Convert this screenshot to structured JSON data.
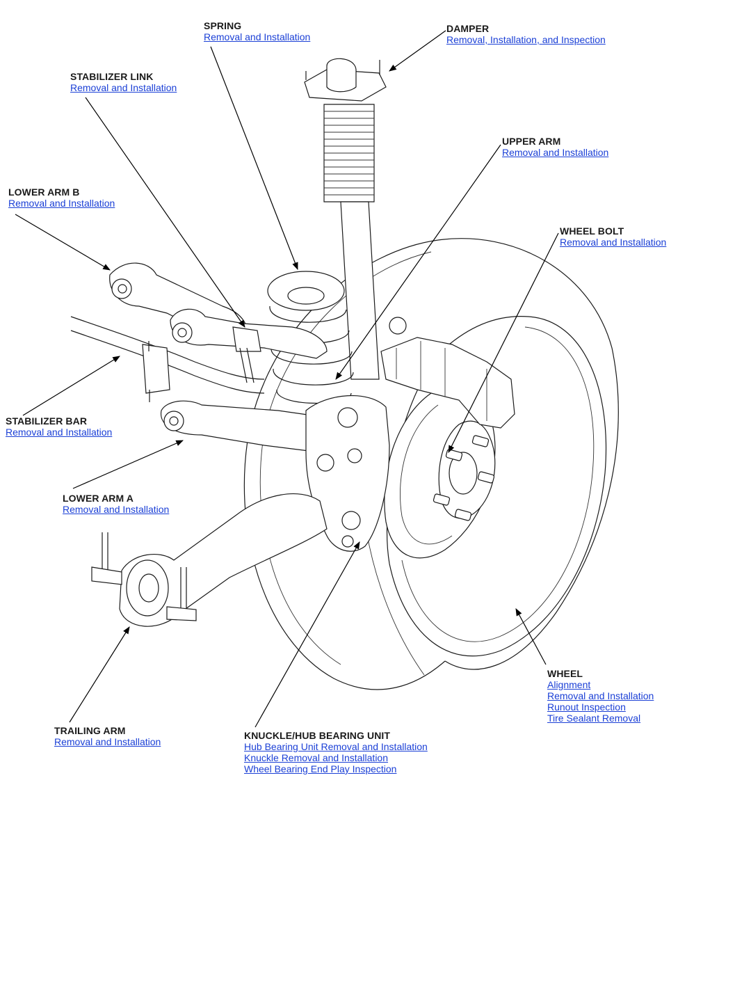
{
  "callouts": {
    "spring": {
      "title": "SPRING",
      "links": [
        "Removal and Installation"
      ]
    },
    "damper": {
      "title": "DAMPER",
      "links": [
        "Removal, Installation, and Inspection"
      ]
    },
    "stabilizer_link": {
      "title": "STABILIZER LINK",
      "links": [
        "Removal and Installation"
      ]
    },
    "upper_arm": {
      "title": "UPPER ARM",
      "links": [
        "Removal and Installation"
      ]
    },
    "lower_arm_b": {
      "title": "LOWER ARM B",
      "links": [
        "Removal and Installation"
      ]
    },
    "wheel_bolt": {
      "title": "WHEEL BOLT",
      "links": [
        "Removal and Installation"
      ]
    },
    "stabilizer_bar": {
      "title": "STABILIZER BAR",
      "links": [
        "Removal and Installation"
      ]
    },
    "lower_arm_a": {
      "title": "LOWER ARM A",
      "links": [
        "Removal and Installation"
      ]
    },
    "wheel": {
      "title": "WHEEL",
      "links": [
        "Alignment",
        "Removal and Installation",
        "Runout Inspection",
        "Tire Sealant Removal"
      ]
    },
    "trailing_arm": {
      "title": "TRAILING ARM",
      "links": [
        "Removal and Installation"
      ]
    },
    "knuckle_hub": {
      "title": "KNUCKLE/HUB BEARING UNIT",
      "links": [
        "Hub Bearing Unit Removal and Installation",
        "Knuckle Removal and Installation",
        "Wheel Bearing End Play Inspection"
      ]
    }
  },
  "colors": {
    "label_text": "#1a1a1a",
    "link": "#1a3fd6",
    "line_art": "#1a1a1a",
    "background": "#ffffff"
  }
}
